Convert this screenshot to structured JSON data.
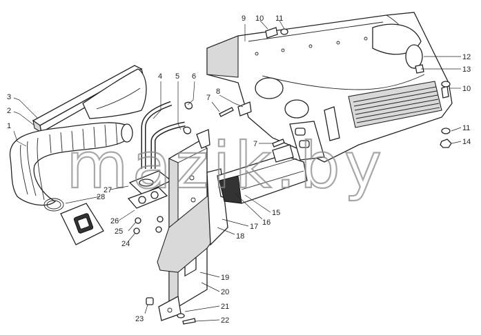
{
  "watermark": "mazik.by",
  "corner_stamp": "",
  "callouts": [
    {
      "id": "c1",
      "label": "1"
    },
    {
      "id": "c2",
      "label": "2"
    },
    {
      "id": "c3",
      "label": "3"
    },
    {
      "id": "c4",
      "label": "4"
    },
    {
      "id": "c5",
      "label": "5"
    },
    {
      "id": "c6",
      "label": "6"
    },
    {
      "id": "c7a",
      "label": "7"
    },
    {
      "id": "c7b",
      "label": "7"
    },
    {
      "id": "c8",
      "label": "8"
    },
    {
      "id": "c9",
      "label": "9"
    },
    {
      "id": "c10a",
      "label": "10"
    },
    {
      "id": "c10b",
      "label": "10"
    },
    {
      "id": "c11a",
      "label": "11"
    },
    {
      "id": "c11b",
      "label": "11"
    },
    {
      "id": "c12",
      "label": "12"
    },
    {
      "id": "c13",
      "label": "13"
    },
    {
      "id": "c14",
      "label": "14"
    },
    {
      "id": "c15",
      "label": "15"
    },
    {
      "id": "c16",
      "label": "16"
    },
    {
      "id": "c17",
      "label": "17"
    },
    {
      "id": "c18",
      "label": "18"
    },
    {
      "id": "c19",
      "label": "19"
    },
    {
      "id": "c20",
      "label": "20"
    },
    {
      "id": "c21",
      "label": "21"
    },
    {
      "id": "c22",
      "label": "22"
    },
    {
      "id": "c23",
      "label": "23"
    },
    {
      "id": "c24",
      "label": "24"
    },
    {
      "id": "c25",
      "label": "25"
    },
    {
      "id": "c26",
      "label": "26"
    },
    {
      "id": "c27",
      "label": "27"
    },
    {
      "id": "c28",
      "label": "28"
    }
  ]
}
